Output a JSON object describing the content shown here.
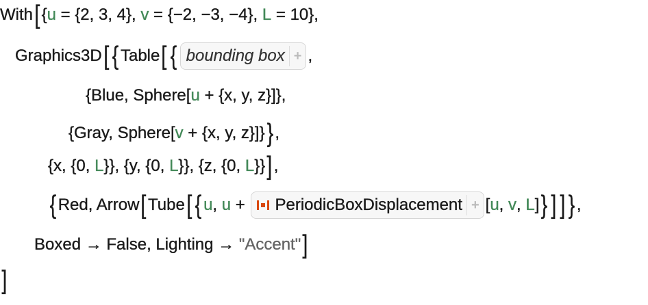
{
  "colors": {
    "variable": "#438958",
    "string": "#666666",
    "resource_icon": "#d9480f"
  },
  "code_lines": [
    [
      {
        "t": "p",
        "v": "With"
      },
      {
        "t": "b",
        "v": "["
      },
      {
        "t": "p",
        "v": "{"
      },
      {
        "t": "v",
        "v": "u"
      },
      {
        "t": "p",
        "v": " = {2, 3, 4}, "
      },
      {
        "t": "v",
        "v": "v"
      },
      {
        "t": "p",
        "v": " = {−2, −3, −4}, "
      },
      {
        "t": "v",
        "v": "L"
      },
      {
        "t": "p",
        "v": " = 10},"
      }
    ],
    [
      {
        "t": "p",
        "v": "Graphics3D"
      },
      {
        "t": "b",
        "v": "["
      },
      {
        "t": "b",
        "v": "{"
      },
      {
        "t": "p",
        "v": "Table"
      },
      {
        "t": "b",
        "v": "["
      },
      {
        "t": "b",
        "v": "{"
      },
      {
        "t": "ph",
        "v": "bounding box"
      },
      {
        "t": "p",
        "v": ","
      }
    ],
    [
      {
        "t": "p",
        "v": "{Blue, Sphere["
      },
      {
        "t": "v",
        "v": "u"
      },
      {
        "t": "p",
        "v": " + {x, y, z}]},"
      }
    ],
    [
      {
        "t": "p",
        "v": "{Gray, Sphere["
      },
      {
        "t": "v",
        "v": "v"
      },
      {
        "t": "p",
        "v": " + {x, y, z}]}"
      },
      {
        "t": "b",
        "v": "}"
      },
      {
        "t": "p",
        "v": ","
      }
    ],
    [
      {
        "t": "p",
        "v": "{x, {0, "
      },
      {
        "t": "v",
        "v": "L"
      },
      {
        "t": "p",
        "v": "}}, {y, {0, "
      },
      {
        "t": "v",
        "v": "L"
      },
      {
        "t": "p",
        "v": "}}, {z, {0, "
      },
      {
        "t": "v",
        "v": "L"
      },
      {
        "t": "p",
        "v": "}}"
      },
      {
        "t": "b",
        "v": "]"
      },
      {
        "t": "p",
        "v": ","
      }
    ],
    [
      {
        "t": "b",
        "v": "{"
      },
      {
        "t": "p",
        "v": "Red, Arrow"
      },
      {
        "t": "b",
        "v": "["
      },
      {
        "t": "p",
        "v": "Tube"
      },
      {
        "t": "b",
        "v": "["
      },
      {
        "t": "b",
        "v": "{"
      },
      {
        "t": "v",
        "v": "u"
      },
      {
        "t": "p",
        "v": ", "
      },
      {
        "t": "v",
        "v": "u"
      },
      {
        "t": "p",
        "v": " + "
      },
      {
        "t": "res",
        "v": "PeriodicBoxDisplacement"
      },
      {
        "t": "p",
        "v": "["
      },
      {
        "t": "v",
        "v": "u"
      },
      {
        "t": "p",
        "v": ", "
      },
      {
        "t": "v",
        "v": "v"
      },
      {
        "t": "p",
        "v": ", "
      },
      {
        "t": "v",
        "v": "L"
      },
      {
        "t": "p",
        "v": "]"
      },
      {
        "t": "b",
        "v": "}"
      },
      {
        "t": "b",
        "v": "]"
      },
      {
        "t": "b",
        "v": "]"
      },
      {
        "t": "b",
        "v": "}"
      },
      {
        "t": "p",
        "v": ","
      }
    ],
    [
      {
        "t": "p",
        "v": "Boxed → False, Lighting → "
      },
      {
        "t": "s",
        "v": "\"Accent\""
      },
      {
        "t": "b",
        "v": "]"
      }
    ],
    [
      {
        "t": "b",
        "v": "]"
      }
    ]
  ]
}
